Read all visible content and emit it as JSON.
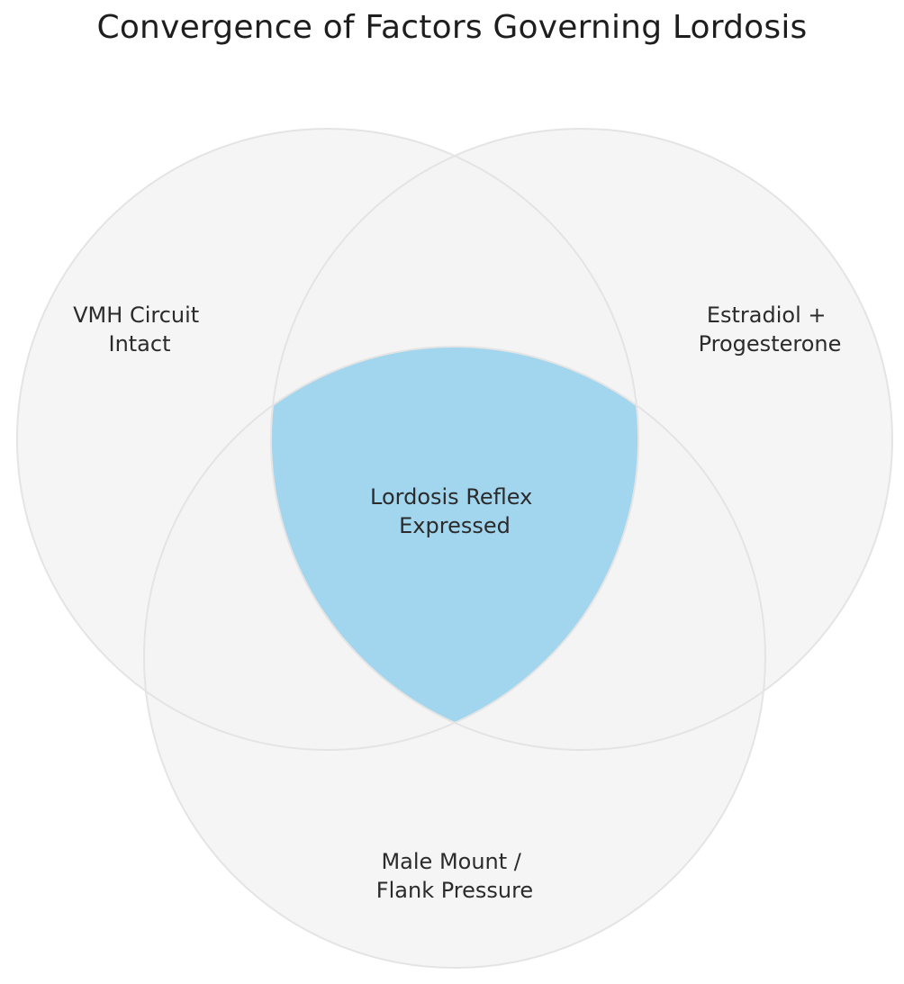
{
  "title": "Convergence of Factors Governing Lordosis",
  "sets": [
    {
      "id": "vmh",
      "label_lines": [
        "VMH Circuit",
        "Intact"
      ],
      "fill": "#f4f4f4",
      "stroke": "#e4e4e4"
    },
    {
      "id": "hormones",
      "label_lines": [
        "Estradiol +",
        "Progesterone"
      ],
      "fill": "#f4f4f4",
      "stroke": "#e4e4e4"
    },
    {
      "id": "stimulus",
      "label_lines": [
        "Male Mount /",
        "Flank Pressure"
      ],
      "fill": "#f4f4f4",
      "stroke": "#e4e4e4"
    }
  ],
  "intersection": {
    "sets": [
      "vmh",
      "hormones",
      "stimulus"
    ],
    "label_lines": [
      "Lordosis Reflex",
      "Expressed"
    ],
    "fill": "#a1d6ee"
  }
}
